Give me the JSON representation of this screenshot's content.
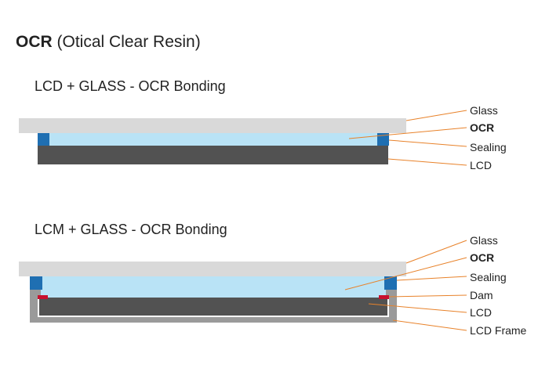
{
  "title": {
    "bold": "OCR",
    "rest": "(Otical Clear Resin)"
  },
  "diagrams": [
    {
      "heading": "LCD + GLASS - OCR Bonding",
      "labels": [
        "Glass",
        "OCR",
        "Sealing",
        "LCD"
      ]
    },
    {
      "heading": "LCM + GLASS - OCR Bonding",
      "labels": [
        "Glass",
        "OCR",
        "Sealing",
        "Dam",
        "LCD",
        "LCD Frame"
      ]
    }
  ],
  "colors": {
    "glass": "#d9d9d9",
    "ocr": "#b9e3f6",
    "sealing": "#1f6fb2",
    "lcd": "#525252",
    "dam": "#c8102e",
    "frame": "#9a9a9a",
    "leader": "#e8822a"
  }
}
